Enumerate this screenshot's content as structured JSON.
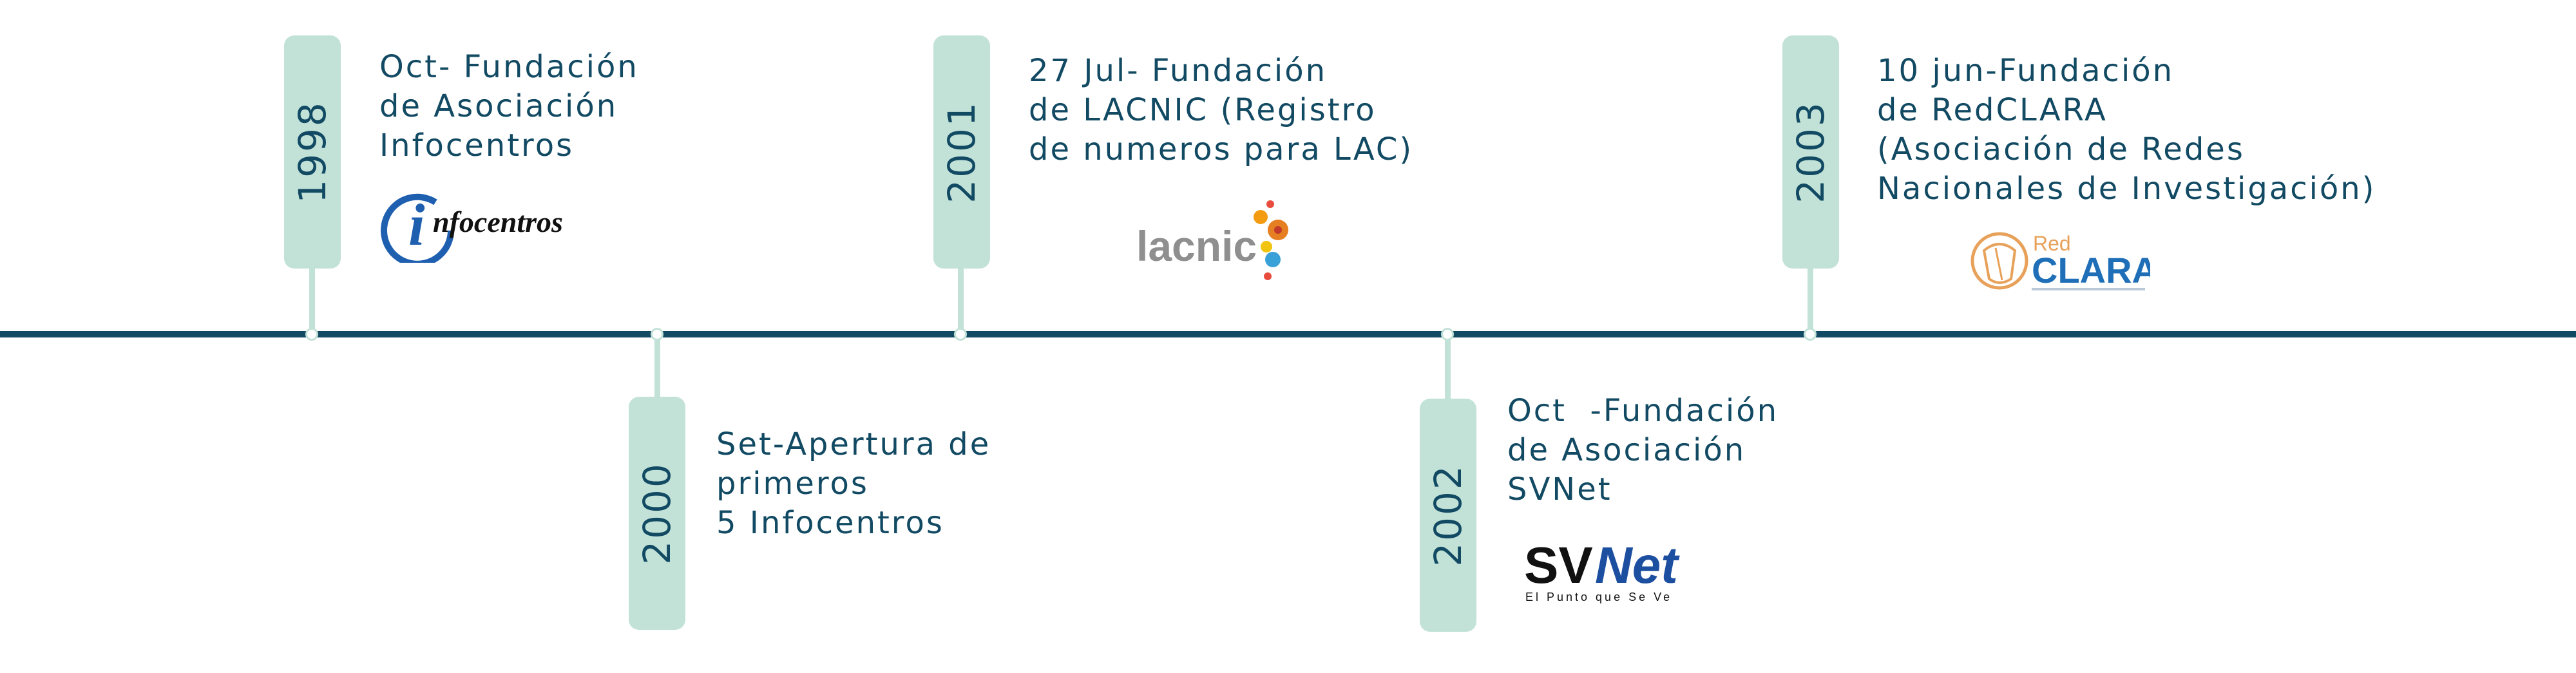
{
  "events": [
    {
      "year": "1998",
      "lines": [
        "Oct- Fundación",
        "de Asociación",
        "Infocentros"
      ],
      "logo": {
        "name": "infocentros-logo",
        "mark": "i",
        "text": "nfocentros",
        "color": "#1f5fb0"
      }
    },
    {
      "year": "2000",
      "lines": [
        "Set-Apertura de",
        "primeros",
        "5 Infocentros"
      ]
    },
    {
      "year": "2001",
      "lines": [
        "27 Jul- Fundación",
        "de LACNIC (Registro",
        "de numeros para LAC)"
      ],
      "logo": {
        "name": "lacnic-logo",
        "text": "lacnic",
        "color": "#8f8f8f"
      }
    },
    {
      "year": "2002",
      "lines": [
        "Oct  -Fundación",
        "de Asociación",
        "SVNet"
      ],
      "logo": {
        "name": "svnet-logo",
        "text_a": "SV",
        "text_b": "Net",
        "tagline": "El Punto que Se Ve",
        "color_a": "#111111",
        "color_b": "#1d4fa0"
      }
    },
    {
      "year": "2003",
      "lines": [
        "10 jun-Fundación",
        "de RedCLARA",
        "(Asociación de Redes",
        "Nacionales de Investigación)"
      ],
      "logo": {
        "name": "redclara-logo",
        "text_a": "Red",
        "text_b": "CLARA",
        "color_a": "#e8a15a",
        "color_b": "#1f6fb8"
      }
    }
  ],
  "colors": {
    "line": "#124a63",
    "tab": "#c2e2d8",
    "text": "#124a63"
  }
}
